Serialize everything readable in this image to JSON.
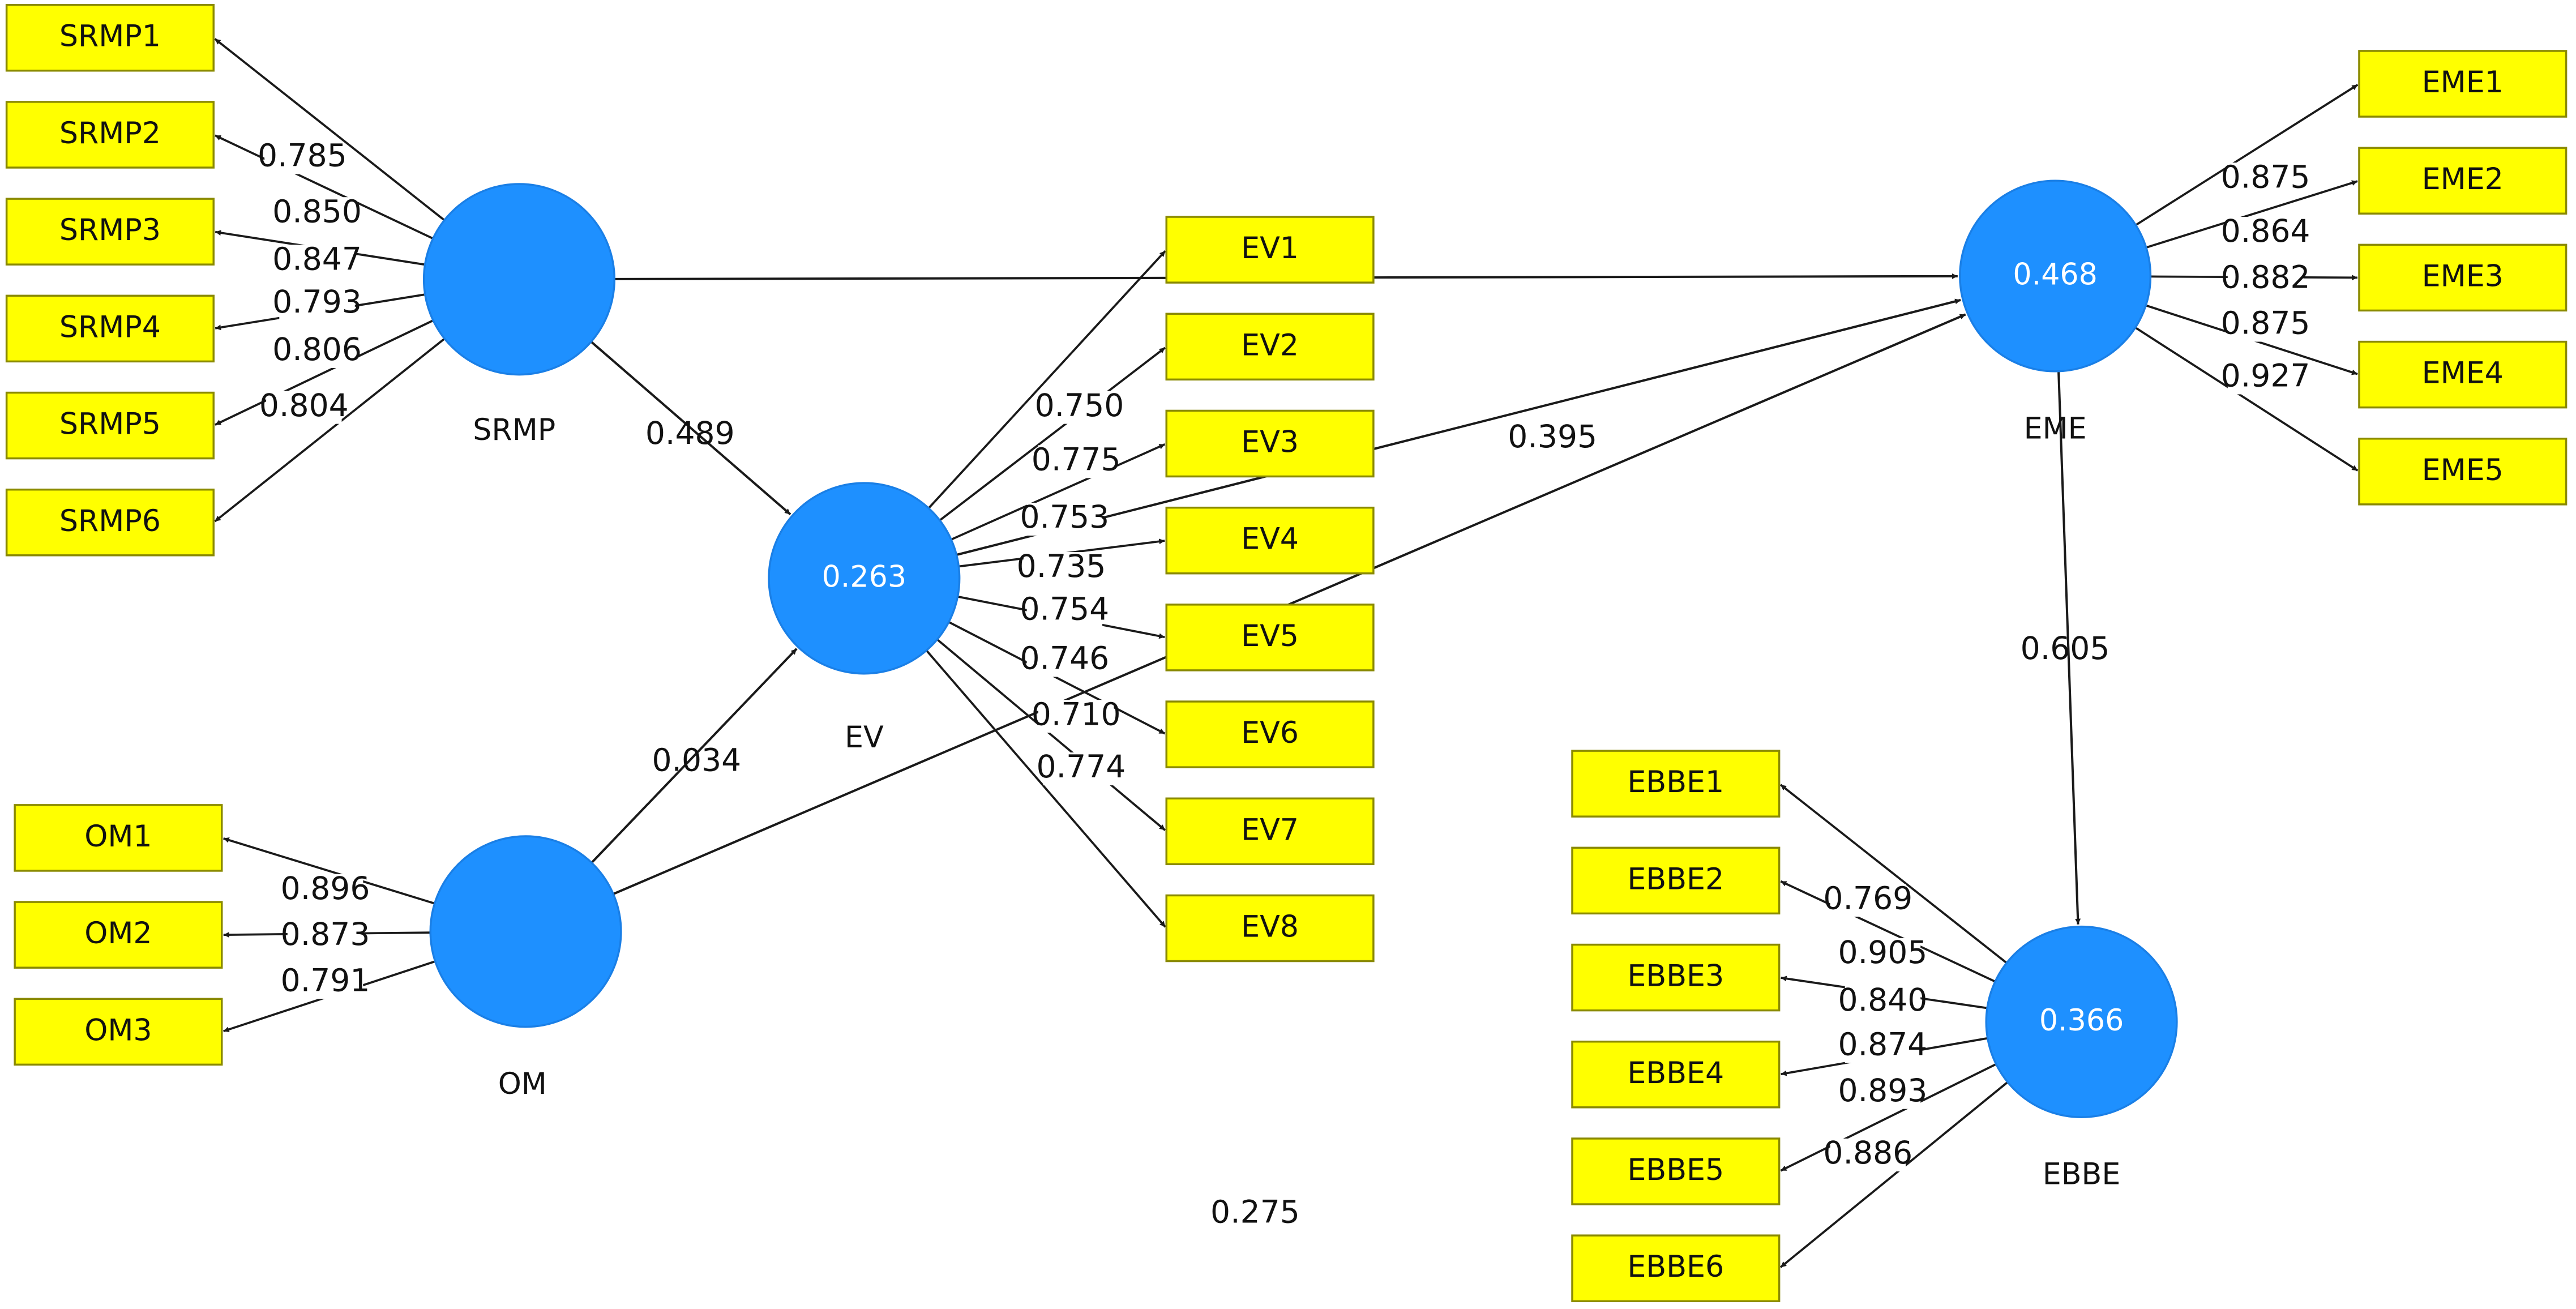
{
  "colors": {
    "construct_fill": "#1E90FF",
    "construct_edge": "#1A7FE6",
    "indicator_fill": "#FFFF00",
    "indicator_edge": "#8A8A00",
    "line": "#1a1a1a",
    "construct_value_text": "#FFFFFF"
  },
  "constructs": {
    "SRMP": {
      "label": "SRMP",
      "r2": ""
    },
    "EV": {
      "label": "EV",
      "r2": "0.263"
    },
    "OM": {
      "label": "OM",
      "r2": ""
    },
    "EME": {
      "label": "EME",
      "r2": "0.468"
    },
    "EBBE": {
      "label": "EBBE",
      "r2": "0.366"
    }
  },
  "indicators": {
    "SRMP": [
      {
        "label": "SRMP1",
        "loading": "0.785"
      },
      {
        "label": "SRMP2",
        "loading": "0.850"
      },
      {
        "label": "SRMP3",
        "loading": "0.847"
      },
      {
        "label": "SRMP4",
        "loading": "0.793"
      },
      {
        "label": "SRMP5",
        "loading": "0.806"
      },
      {
        "label": "SRMP6",
        "loading": "0.804"
      }
    ],
    "OM": [
      {
        "label": "OM1",
        "loading": "0.896"
      },
      {
        "label": "OM2",
        "loading": "0.873"
      },
      {
        "label": "OM3",
        "loading": "0.791"
      }
    ],
    "EV": [
      {
        "label": "EV1",
        "loading": ""
      },
      {
        "label": "EV2",
        "loading": "0.750"
      },
      {
        "label": "EV3",
        "loading": "0.775"
      },
      {
        "label": "EV4",
        "loading": "0.753"
      },
      {
        "label": "EV5",
        "loading": "0.735"
      },
      {
        "label": "EV6",
        "loading": "0.754"
      },
      {
        "label": "EV7",
        "loading": "0.746"
      },
      {
        "label": "EV8",
        "loading": "0.710"
      }
    ],
    "EME": [
      {
        "label": "EME1",
        "loading": "0.875"
      },
      {
        "label": "EME2",
        "loading": "0.864"
      },
      {
        "label": "EME3",
        "loading": "0.882"
      },
      {
        "label": "EME4",
        "loading": "0.875"
      },
      {
        "label": "EME5",
        "loading": "0.927"
      }
    ],
    "EBBE": [
      {
        "label": "EBBE1",
        "loading": "0.769"
      },
      {
        "label": "EBBE2",
        "loading": "0.905"
      },
      {
        "label": "EBBE3",
        "loading": "0.840"
      },
      {
        "label": "EBBE4",
        "loading": "0.874"
      },
      {
        "label": "EBBE5",
        "loading": "0.893"
      },
      {
        "label": "EBBE6",
        "loading": "0.886"
      }
    ]
  },
  "extra_labels": {
    "ev_last_loading": "0.774"
  },
  "paths": [
    {
      "from": "SRMP",
      "to": "EV",
      "coef": "0.489"
    },
    {
      "from": "SRMP",
      "to": "EME",
      "coef": ""
    },
    {
      "from": "OM",
      "to": "EV",
      "coef": "0.034"
    },
    {
      "from": "EV",
      "to": "EME",
      "coef": "0.395"
    },
    {
      "from": "OM",
      "to": "EME",
      "coef": "0.275"
    },
    {
      "from": "EME",
      "to": "EBBE",
      "coef": "0.605"
    }
  ]
}
